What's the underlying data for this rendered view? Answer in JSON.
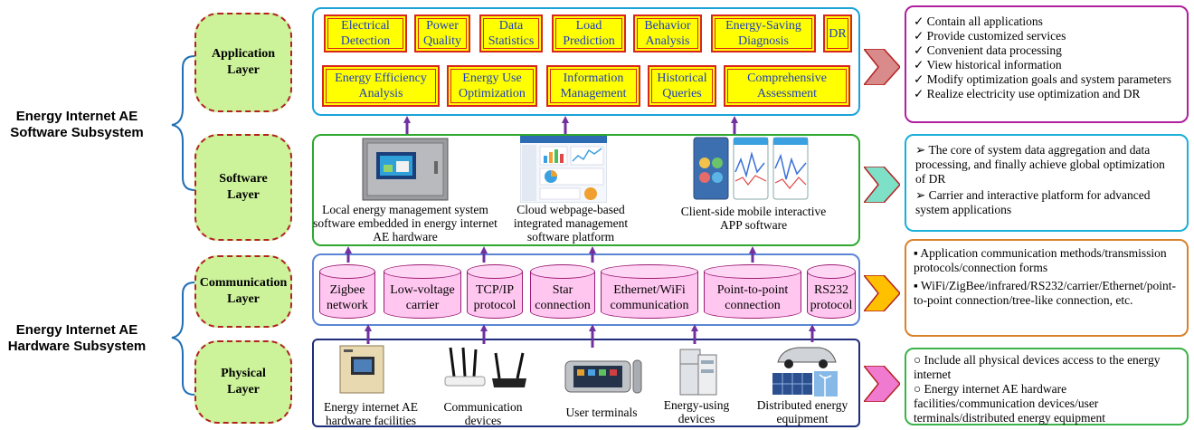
{
  "subsystems": {
    "software": "Energy Internet AE Software Subsystem",
    "hardware": "Energy Internet AE Hardware Subsystem"
  },
  "layers": {
    "application": "Application Layer",
    "software": "Software Layer",
    "communication": "Communication Layer",
    "physical": "Physical Layer"
  },
  "application_row1": [
    "Electrical Detection",
    "Power Quality",
    "Data Statistics",
    "Load Prediction",
    "Behavior Analysis",
    "Energy-Saving Diagnosis",
    "DR"
  ],
  "application_row2": [
    "Energy Efficiency Analysis",
    "Energy Use Optimization",
    "Information Management",
    "Historical Queries",
    "Comprehensive Assessment"
  ],
  "software_items": [
    "Local energy management system software embedded in energy internet AE hardware",
    "Cloud webpage-based integrated management software platform",
    "Client-side mobile interactive APP software"
  ],
  "communication_items": [
    "Zigbee network",
    "Low-voltage carrier",
    "TCP/IP protocol",
    "Star connection",
    "Ethernet/WiFi communication",
    "Point-to-point connection",
    "RS232 protocol"
  ],
  "physical_items": [
    "Energy internet AE hardware facilities",
    "Communication devices",
    "User terminals",
    "Energy-using devices",
    "Distributed energy equipment"
  ],
  "descriptions": {
    "application": [
      "✓ Contain all applications",
      "✓ Provide customized services",
      "✓ Convenient data processing",
      "✓ View historical information",
      "✓ Modify optimization goals and system parameters",
      "✓ Realize electricity use optimization and DR"
    ],
    "software": [
      "➢ The core of system data aggregation and data processing, and finally achieve global optimization of DR",
      "➢ Carrier and interactive platform for advanced system applications"
    ],
    "communication": [
      "▪ Application communication methods/transmission protocols/connection forms",
      "▪ WiFi/ZigBee/infrared/RS232/carrier/Ethernet/point-to-point connection/tree-like connection, etc."
    ],
    "physical": [
      "○ Include all physical devices access to the energy internet",
      "○ Energy internet AE hardware facilities/communication devices/user terminals/distributed energy equipment"
    ]
  },
  "colors": {
    "application_border": "#1aa3d9",
    "software_border": "#2ea82e",
    "communication_border": "#5b86d6",
    "physical_border": "#1f2d7a",
    "arrow": "#7030a0",
    "app_desc_border": "#b0209e",
    "sw_desc_border": "#1ab0d9",
    "comm_desc_border": "#d9822b",
    "phys_desc_border": "#3cb34a"
  }
}
